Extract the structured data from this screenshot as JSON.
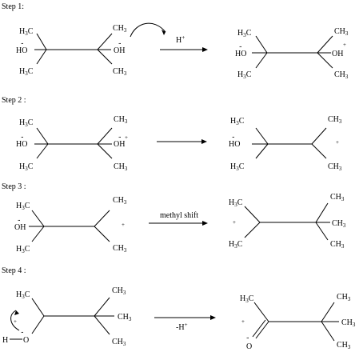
{
  "steps": [
    {
      "label": "Step 1:"
    },
    {
      "label": "Step 2 :"
    },
    {
      "label": "Step 3 :"
    },
    {
      "label": "Step 4 :"
    }
  ],
  "atoms": {
    "h3c": "H",
    "h3c_sub": "3",
    "h3c_c": "C",
    "ch3_c": "CH",
    "ch3_sub": "3",
    "ho": "HO",
    "oh": "OH",
    "o": "O",
    "h": "H",
    "plus": "+",
    "lone_pair": ".."
  },
  "arrows": {
    "step1_reagent": "H",
    "step1_reagent_charge": "+",
    "step3_label": "methyl shift",
    "step4_label": "-H",
    "step4_label_charge": "+"
  }
}
